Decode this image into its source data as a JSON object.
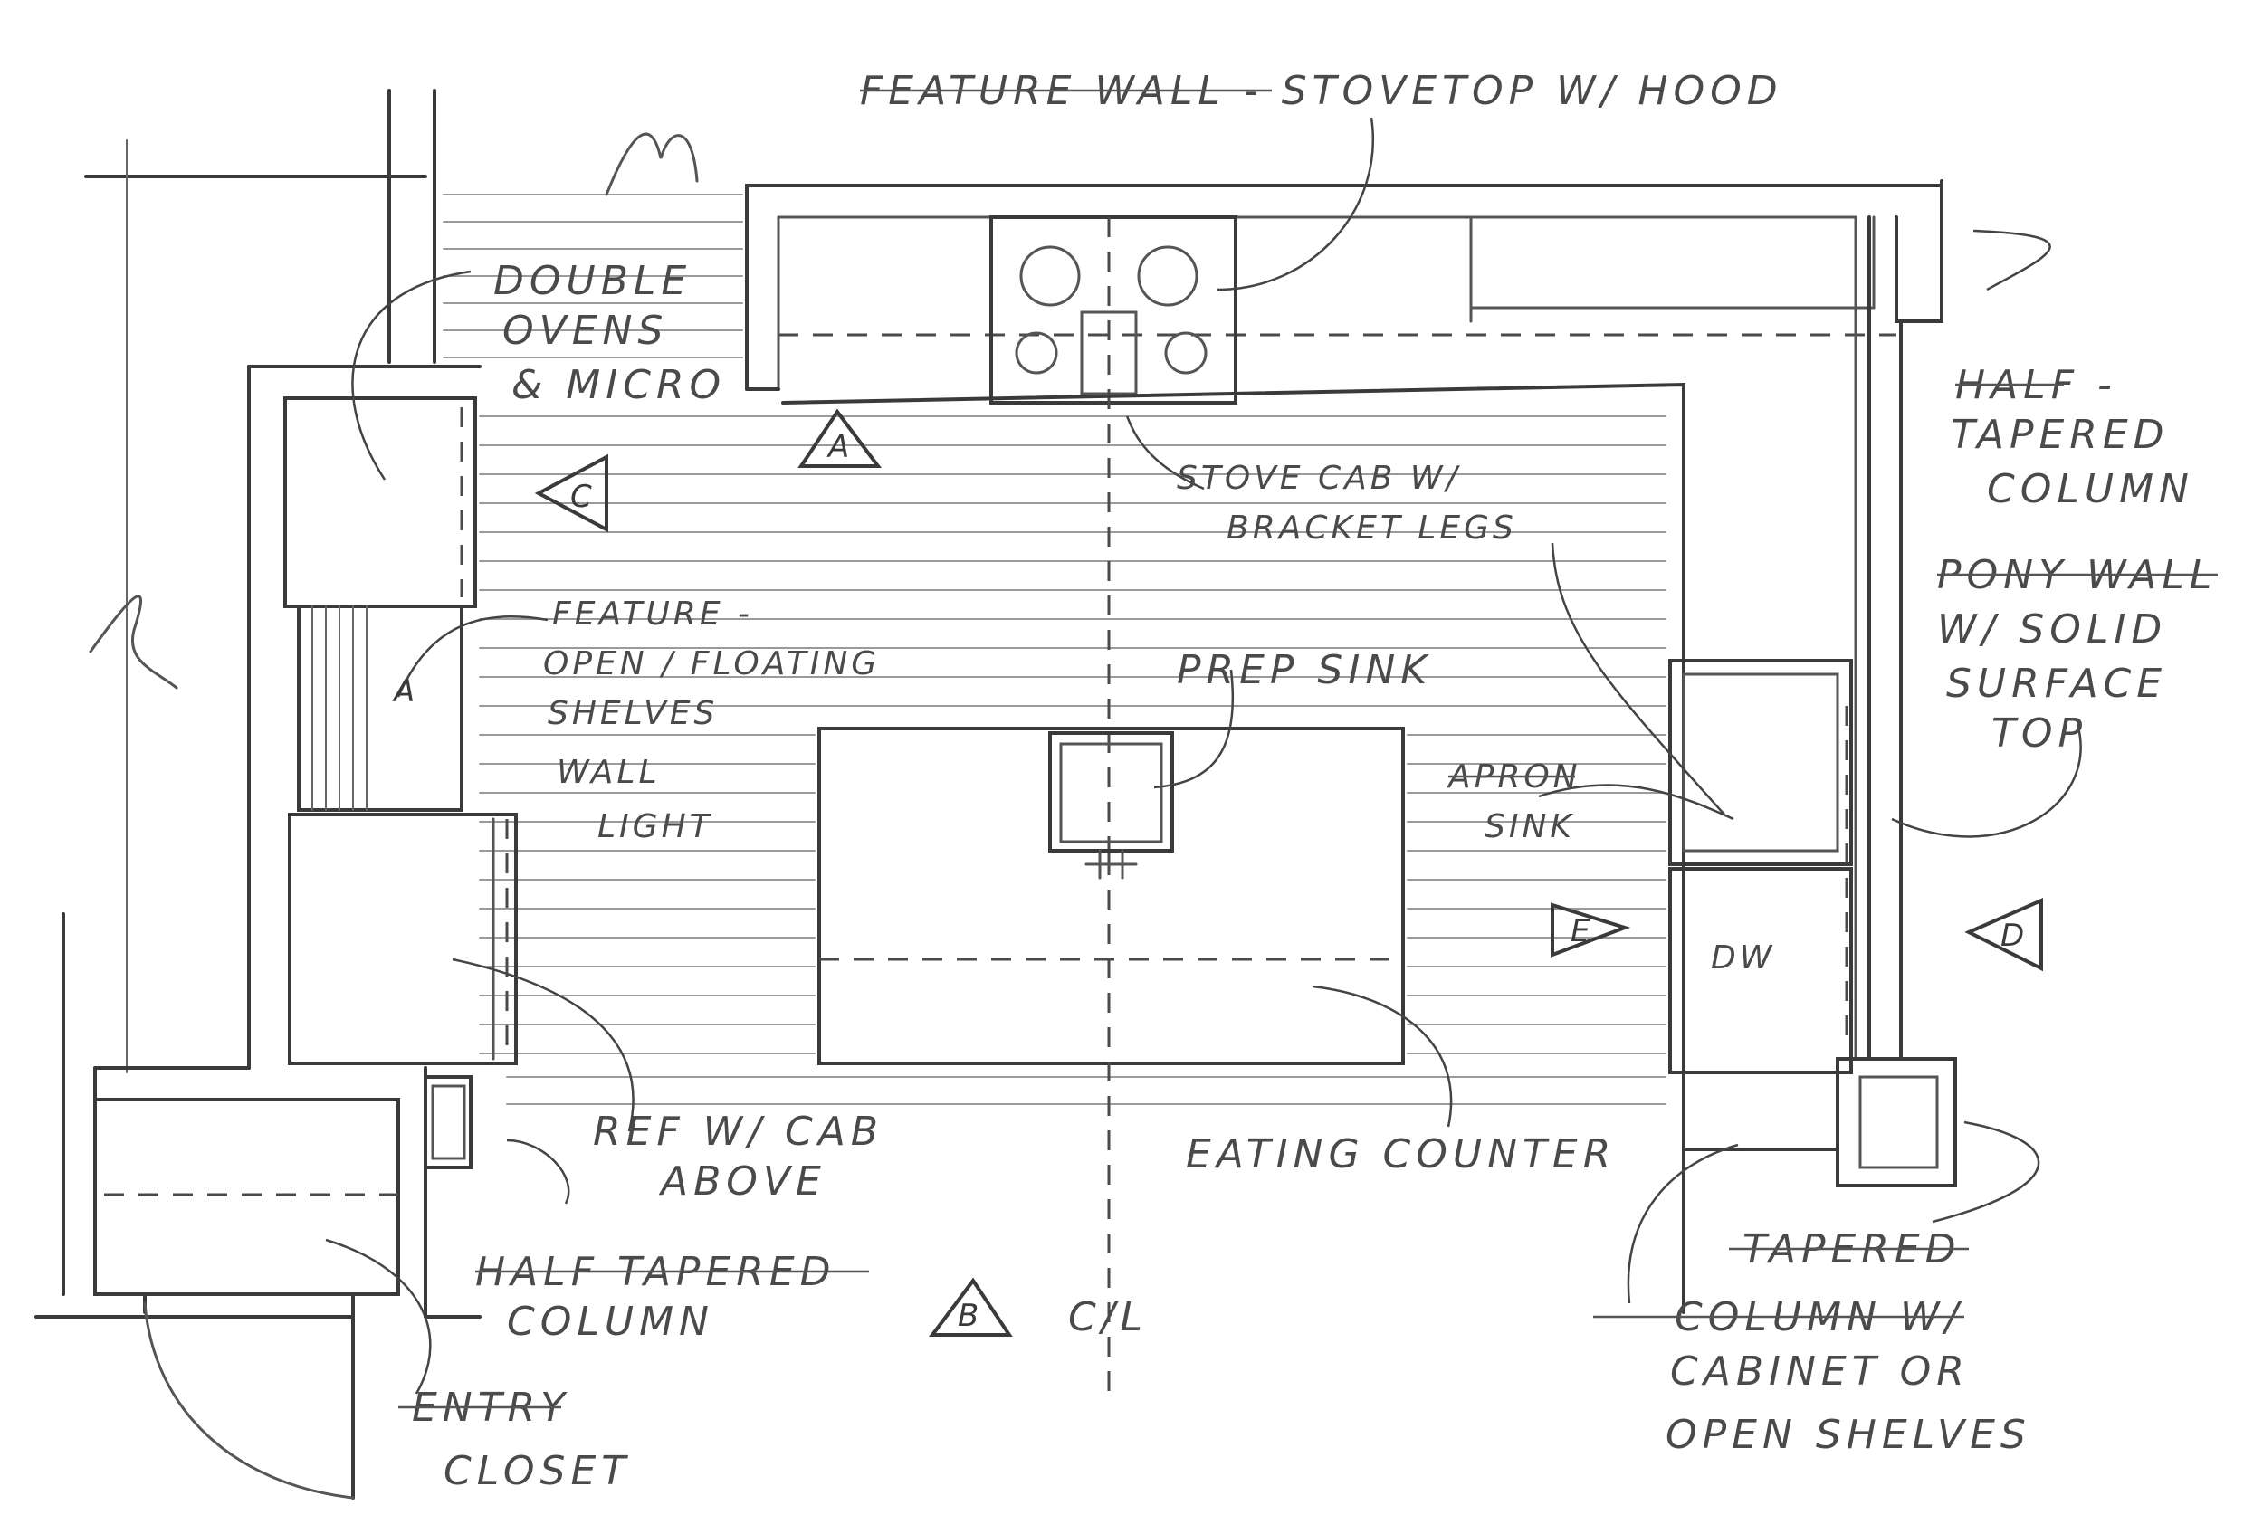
{
  "labels": {
    "feature_wall": "FEATURE WALL - STOVETOP W/ HOOD",
    "double_ovens_1": "DOUBLE",
    "double_ovens_2": "OVENS",
    "double_ovens_3": "& MICRO",
    "stove_cab_1": "STOVE CAB W/",
    "stove_cab_2": "BRACKET LEGS",
    "half_col_1": "HALF -",
    "half_col_2": "TAPERED",
    "half_col_3": "COLUMN",
    "pony_1": "PONY WALL",
    "pony_2": "W/ SOLID",
    "pony_3": "SURFACE",
    "pony_4": "TOP",
    "feature_shelves_1": "FEATURE -",
    "feature_shelves_2": "OPEN / FLOATING",
    "feature_shelves_3": "SHELVES",
    "feature_shelves_4": "WALL",
    "feature_shelves_5": "LIGHT",
    "prep_sink": "PREP SINK",
    "apron_sink_1": "APRON",
    "apron_sink_2": "SINK",
    "dw": "DW",
    "ref_1": "REF W/ CAB",
    "ref_2": "ABOVE",
    "eating_counter": "EATING COUNTER",
    "half_tapered_1": "HALF TAPERED",
    "half_tapered_2": "COLUMN",
    "tapered_col_1": "TAPERED",
    "tapered_col_2": "COLUMN W/",
    "tapered_col_3": "CABINET OR",
    "tapered_col_4": "OPEN SHELVES",
    "entry_1": "ENTRY",
    "entry_2": "CLOSET",
    "centerline": "C/L"
  },
  "elevation_tags": {
    "a": "A",
    "b": "B",
    "c": "C",
    "d": "D",
    "e": "E",
    "f": "A"
  }
}
